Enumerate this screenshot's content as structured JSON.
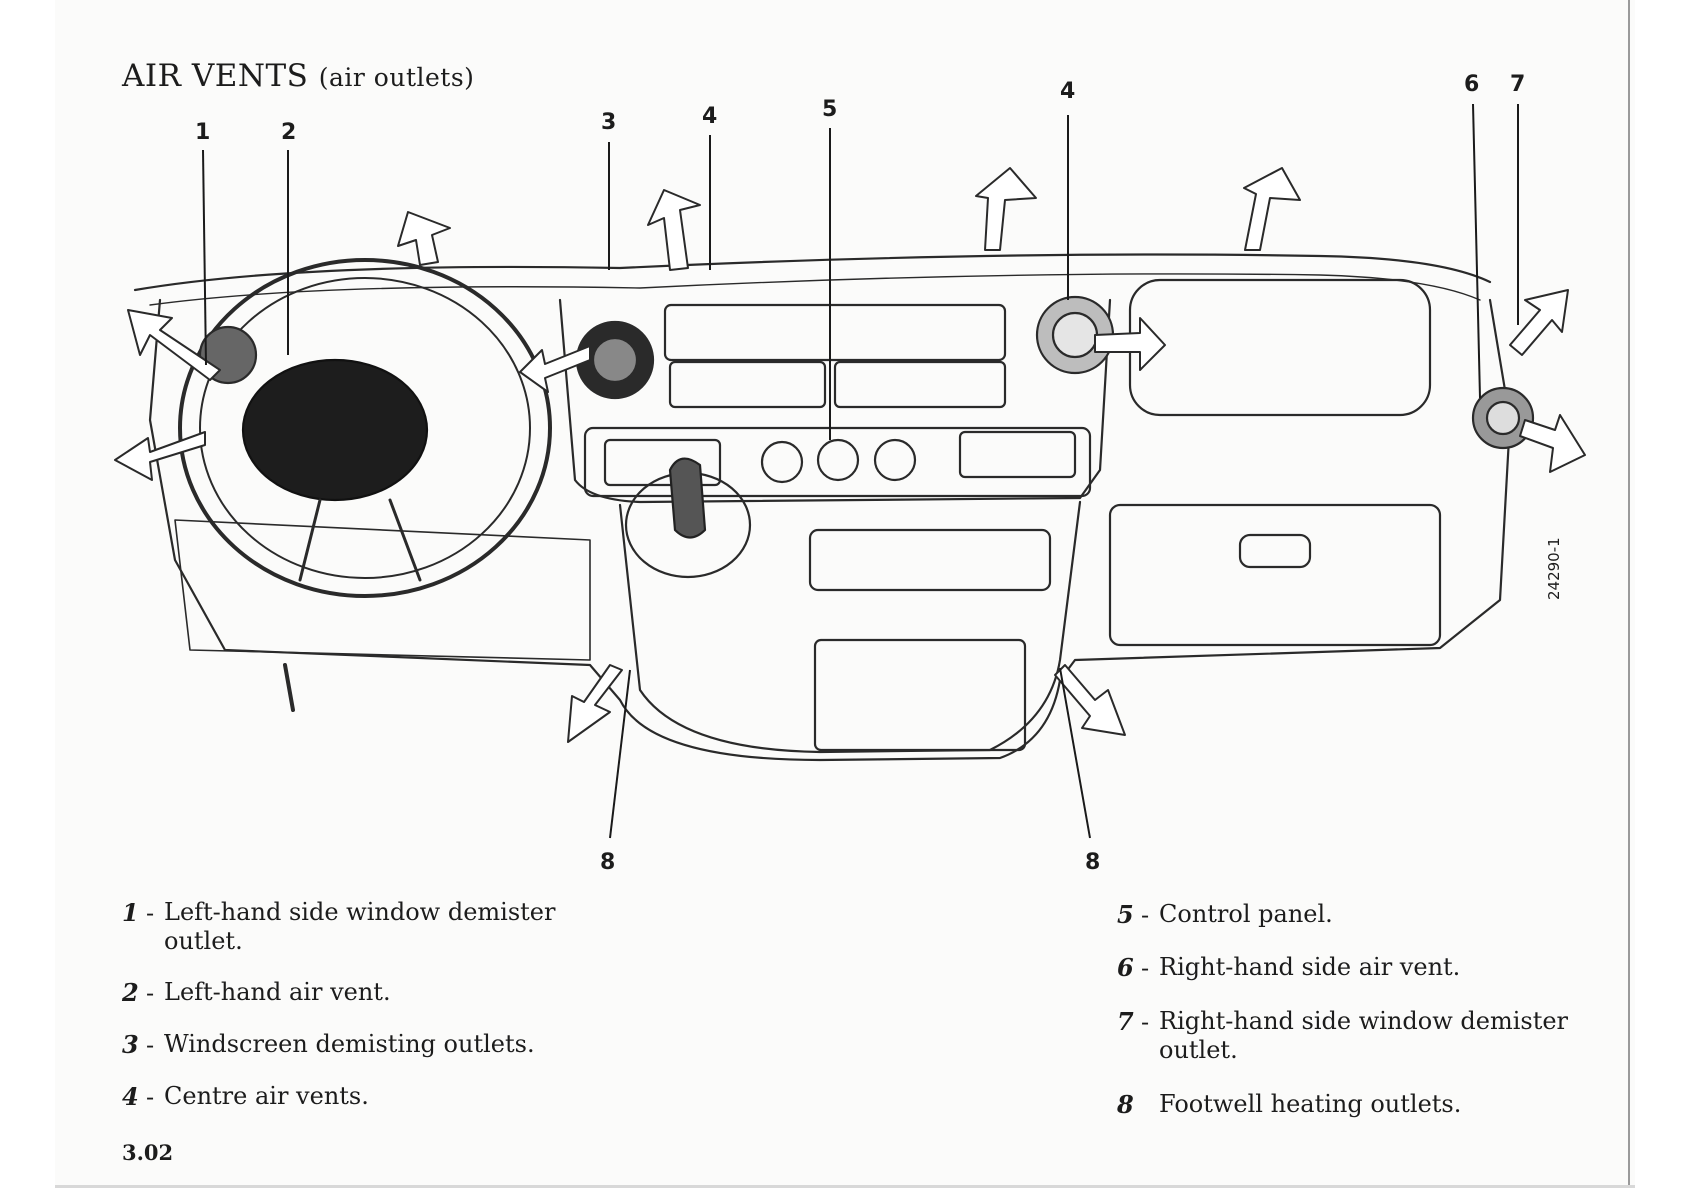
{
  "title": {
    "main": "AIR VENTS",
    "sub": "(air outlets)"
  },
  "figure_code": "24290-1",
  "callout_numbers": {
    "n1": "1",
    "n2": "2",
    "n3": "3",
    "n4a": "4",
    "n5": "5",
    "n4b": "4",
    "n6": "6",
    "n7": "7",
    "n8a": "8",
    "n8b": "8"
  },
  "legend_left": [
    {
      "key": "1",
      "sep": "-",
      "text": "Left-hand side window demister outlet."
    },
    {
      "key": "2",
      "sep": "-",
      "text": "Left-hand air vent."
    },
    {
      "key": "3",
      "sep": "-",
      "text": "Windscreen demisting outlets."
    },
    {
      "key": "4",
      "sep": "-",
      "text": "Centre air vents."
    }
  ],
  "legend_right": [
    {
      "key": "5",
      "sep": "-",
      "text": "Control panel."
    },
    {
      "key": "6",
      "sep": "-",
      "text": "Right-hand side air vent."
    },
    {
      "key": "7",
      "sep": "-",
      "text": "Right-hand side window demister outlet."
    },
    {
      "key": "8",
      "sep": "",
      "text": "Footwell heating outlets."
    }
  ],
  "page_number": "3.02"
}
